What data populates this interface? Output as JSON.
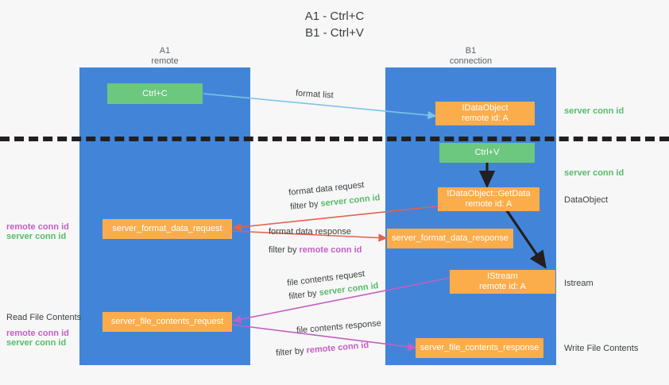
{
  "title": "A1 - Ctrl+C\nB1 - Ctrl+V",
  "columns": [
    {
      "id": "a1",
      "name": "A1\nremote",
      "color": "#4285d8"
    },
    {
      "id": "b1",
      "name": "B1\nconnection",
      "color": "#4285d8"
    }
  ],
  "boxes": [
    {
      "id": "ctrl-c",
      "label": "Ctrl+C",
      "color": "#6cc77f"
    },
    {
      "id": "idataobject",
      "label": "IDataObject\nremote id: A",
      "color": "#fbad4b"
    },
    {
      "id": "ctrl-v",
      "label": "Ctrl+V",
      "color": "#6cc77f"
    },
    {
      "id": "getdata",
      "label": "IDataObject::GetData\nremote id: A",
      "color": "#fbad4b"
    },
    {
      "id": "server-format-data-request",
      "label": "server_format_data_request",
      "color": "#fbad4b"
    },
    {
      "id": "server-format-data-response",
      "label": "server_format_data_response",
      "color": "#fbad4b"
    },
    {
      "id": "istream",
      "label": "IStream\nremote id: A",
      "color": "#fbad4b"
    },
    {
      "id": "server-file-contents-request",
      "label": "server_file_contents_request",
      "color": "#fbad4b"
    },
    {
      "id": "server-file-contents-response",
      "label": "server_file_contents_response",
      "color": "#fbad4b"
    }
  ],
  "edge_labels": {
    "format_list": "format list",
    "format_data_request": "format data request",
    "format_data_response": "format data response",
    "file_contents_request": "file contents request",
    "file_contents_response": "file contents response",
    "filter_by": "filter by",
    "server_conn_id": "server conn id",
    "remote_conn_id": "remote conn id"
  },
  "right_labels": [
    {
      "id": "server-conn-id-top",
      "text": "server conn id",
      "color": "#57bb6a"
    },
    {
      "id": "server-conn-id-second",
      "text": "server conn id",
      "color": "#57bb6a"
    },
    {
      "id": "dataobject",
      "text": "DataObject",
      "color": "#3c4043"
    },
    {
      "id": "istream-label",
      "text": "Istream",
      "color": "#3c4043"
    },
    {
      "id": "write-file-contents",
      "text": "Write File Contents",
      "color": "#3c4043"
    }
  ],
  "left_labels": [
    {
      "id": "remote-conn-id-mid",
      "text": "remote conn id",
      "color": "#c45ec4"
    },
    {
      "id": "server-conn-id-mid",
      "text": "server conn id",
      "color": "#57bb6a"
    },
    {
      "id": "read-file-contents",
      "text": "Read File Contents",
      "color": "#3c4043"
    },
    {
      "id": "remote-conn-id-bottom",
      "text": "remote conn id",
      "color": "#c45ec4"
    },
    {
      "id": "server-conn-id-bottom",
      "text": "server conn id",
      "color": "#57bb6a"
    }
  ],
  "colors": {
    "column": "#4285d8",
    "green_box": "#6cc77f",
    "orange_box": "#fbad4b",
    "green_text": "#57bb6a",
    "magenta_text": "#c45ec4",
    "arrow_blue": "#7ec3e8",
    "arrow_red": "#e8604c",
    "arrow_magenta": "#c45ec4",
    "arrow_black": "#231f20",
    "background": "#f7f7f7"
  }
}
